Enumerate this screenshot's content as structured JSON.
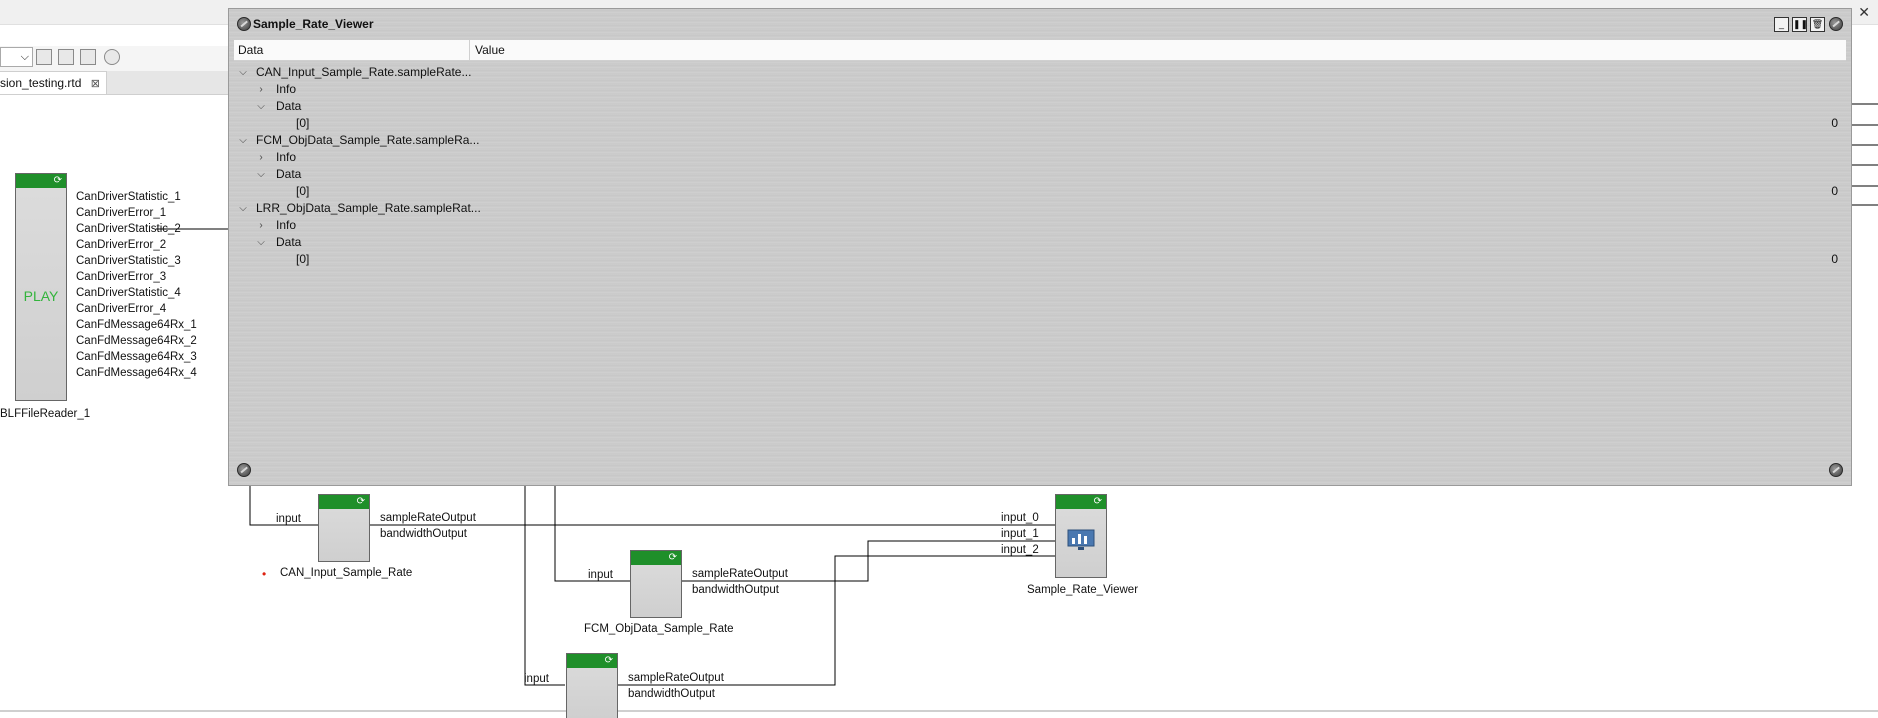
{
  "window": {
    "close_glyph": "✕"
  },
  "toolbar": {
    "combo_glyph": "⌵"
  },
  "editor_tab": {
    "label": "sion_testing.rtd",
    "close_glyph": "⊠"
  },
  "blf_reader": {
    "name": "BLFFileReader_1",
    "state": "PLAY",
    "refresh_glyph": "⟳",
    "outputs": [
      "CanDriverStatistic_1",
      "CanDriverError_1",
      "CanDriverStatistic_2",
      "CanDriverError_2",
      "CanDriverStatistic_3",
      "CanDriverError_3",
      "CanDriverStatistic_4",
      "CanDriverError_4",
      "CanFdMessage64Rx_1",
      "CanFdMessage64Rx_2",
      "CanFdMessage64Rx_3",
      "CanFdMessage64Rx_4"
    ]
  },
  "can_input_block": {
    "name": "CAN_Input_Sample_Rate",
    "status_dot": "•",
    "input": "input",
    "outputs": [
      "sampleRateOutput",
      "bandwidthOutput"
    ]
  },
  "fcm_block": {
    "name": "FCM_ObjData_Sample_Rate",
    "input": "input",
    "outputs": [
      "sampleRateOutput",
      "bandwidthOutput"
    ]
  },
  "lrr_block": {
    "input": "input",
    "outputs": [
      "sampleRateOutput",
      "bandwidthOutput"
    ]
  },
  "viewer_block": {
    "name": "Sample_Rate_Viewer",
    "inputs": [
      "input_0",
      "input_1",
      "input_2"
    ],
    "icon": "monitor-chart-icon"
  },
  "viewer_window": {
    "title": "Sample_Rate_Viewer",
    "buttons": [
      "minimize-icon",
      "pause-icon",
      "clear-icon"
    ],
    "columns": {
      "data": "Data",
      "value": "Value"
    },
    "groups": [
      {
        "label": "CAN_Input_Sample_Rate.sampleRate...",
        "info": "Info",
        "data": "Data",
        "index": "[0]",
        "value": "0"
      },
      {
        "label": "FCM_ObjData_Sample_Rate.sampleRa...",
        "info": "Info",
        "data": "Data",
        "index": "[0]",
        "value": "0"
      },
      {
        "label": "LRR_ObjData_Sample_Rate.sampleRat...",
        "info": "Info",
        "data": "Data",
        "index": "[0]",
        "value": "0"
      }
    ]
  }
}
